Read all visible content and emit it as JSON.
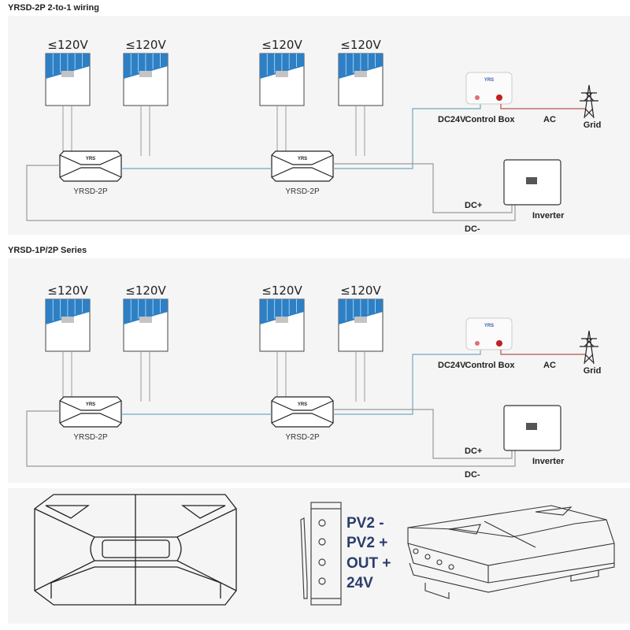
{
  "sections": [
    {
      "title": "YRSD-2P 2-to-1 wiring",
      "panel_voltages": [
        "≤120V",
        "≤120V",
        "≤120V",
        "≤120V"
      ],
      "device_labels": [
        "YRSD-2P",
        "YRSD-2P"
      ],
      "labels": {
        "dc24v": "DC24V",
        "control_box": "Control Box",
        "ac": "AC",
        "grid": "Grid",
        "dc_plus": "DC+",
        "dc_minus": "DC-",
        "inverter": "Inverter"
      }
    },
    {
      "title": "YRSD-1P/2P Series",
      "panel_voltages": [
        "≤120V",
        "≤120V",
        "≤120V",
        "≤120V"
      ],
      "device_labels": [
        "YRSD-2P",
        "YRSD-2P"
      ],
      "labels": {
        "dc24v": "DC24V",
        "control_box": "Control Box",
        "ac": "AC",
        "grid": "Grid",
        "dc_plus": "DC+",
        "dc_minus": "DC-",
        "inverter": "Inverter"
      }
    }
  ],
  "product_views": {
    "port_labels": [
      "PV2  -",
      "PV2 +",
      "OUT +",
      "24V"
    ]
  },
  "colors": {
    "panel_bg": "#f5f5f5",
    "solar_blue": "#2e7fc4",
    "dc24v_wire": "#6fa9bf",
    "ac_wire": "#b5554f",
    "wire_gray": "#9a9a9a",
    "port_text": "#2a3d6b",
    "brand_blue": "#3a5fb0"
  }
}
